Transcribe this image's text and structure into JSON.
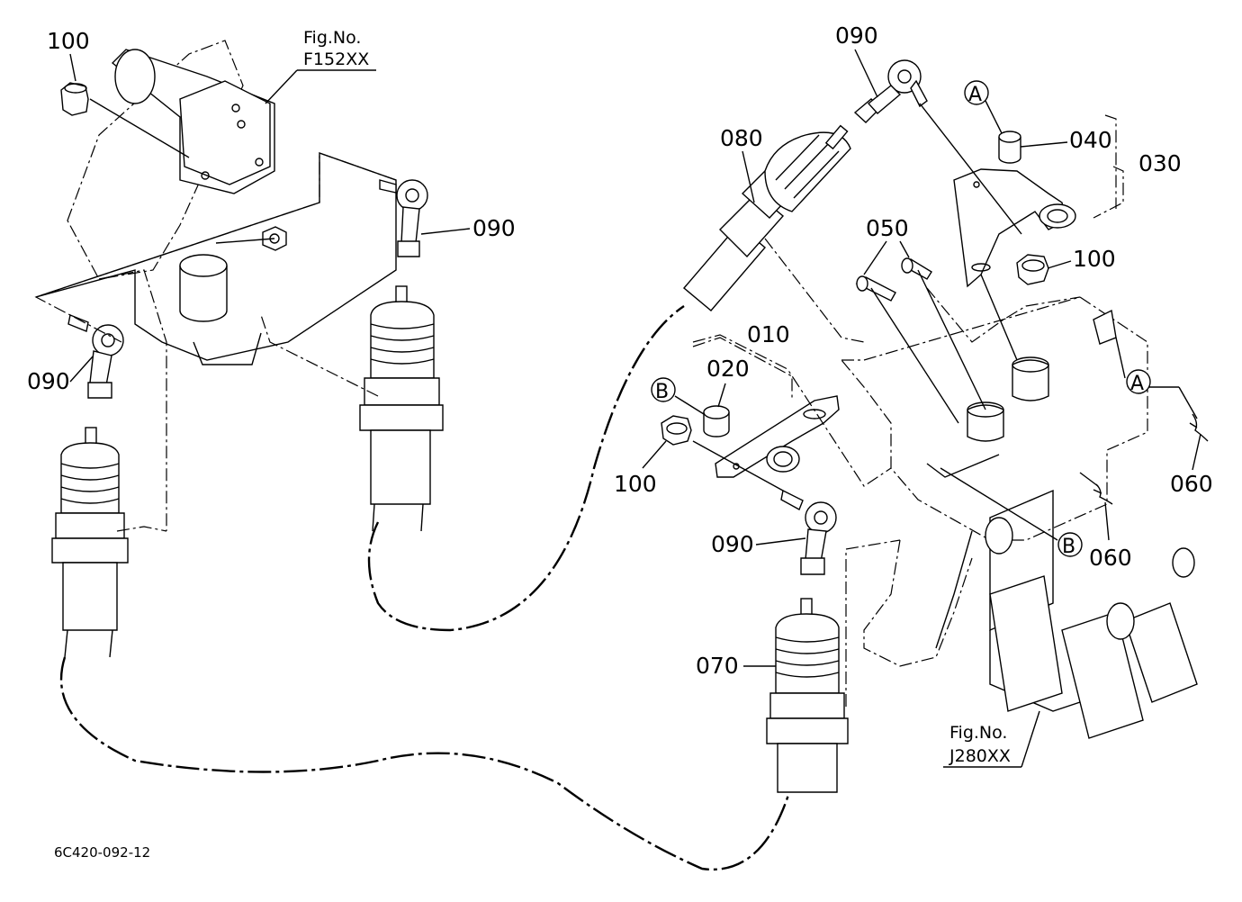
{
  "diagram_code": "6C420-092-12",
  "figure_refs": [
    {
      "line1": "Fig.No.",
      "line2": "F152XX"
    },
    {
      "line1": "Fig.No.",
      "line2": "J280XX"
    }
  ],
  "part_labels": {
    "p010": "010",
    "p020": "020",
    "p030": "030",
    "p040": "040",
    "p050": "050",
    "p060": "060",
    "p070": "070",
    "p080": "080",
    "p090": "090",
    "p100": "100"
  },
  "ref_markers": {
    "a": "A",
    "b": "B"
  }
}
